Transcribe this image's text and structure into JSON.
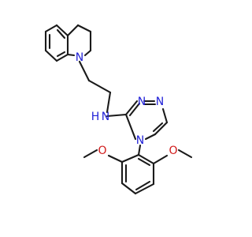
{
  "molecule": {
    "atom_labels": {
      "n_quinoline": "N",
      "nh": "N",
      "h": "H",
      "n_triazine_top": "N",
      "n_triazine_right": "N",
      "n_triazine_bottom": "N",
      "o_left": "O",
      "o_right": "O"
    },
    "colors": {
      "bond": "#1a1a1a",
      "nitrogen": "#2121d8",
      "oxygen": "#d11a1a",
      "background": "#ffffff"
    }
  }
}
